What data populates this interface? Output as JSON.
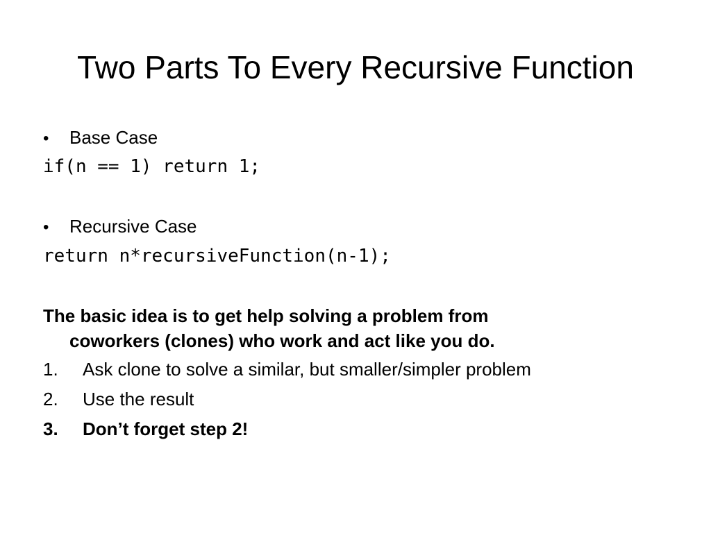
{
  "slide": {
    "title": "Two Parts To Every Recursive Function",
    "bullets": [
      {
        "marker": "•",
        "label": "Base Case",
        "code": "if(n == 1) return 1;"
      },
      {
        "marker": "•",
        "label": "Recursive Case",
        "code": "return n*recursiveFunction(n-1);"
      }
    ],
    "paragraph": {
      "line1": "The basic idea is to get help solving a problem from",
      "line2": "coworkers (clones) who work and act like you do."
    },
    "steps": [
      {
        "num": "1.",
        "text": "Ask clone to solve a similar, but smaller/simpler problem"
      },
      {
        "num": "2.",
        "text": "Use the result"
      },
      {
        "num": "3.",
        "text": "Don’t forget step 2!"
      }
    ]
  }
}
